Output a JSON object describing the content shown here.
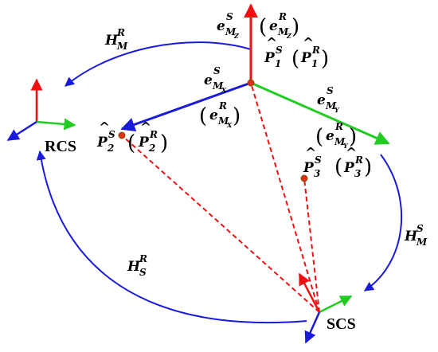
{
  "labels": {
    "rcs": "RCS",
    "scs": "SCS",
    "H_M_R": {
      "base": "H",
      "sub": "M",
      "sup": "R"
    },
    "H_M_S": {
      "base": "H",
      "sub": "M",
      "sup": "S"
    },
    "H_S_R": {
      "base": "H",
      "sub": "S",
      "sup": "R"
    },
    "e_MZ_S": {
      "base": "e",
      "sub": "M",
      "subsub": "Z",
      "sup": "S"
    },
    "e_MZ_R": {
      "base": "e",
      "sub": "M",
      "subsub": "Z",
      "sup": "R"
    },
    "e_MX_S": {
      "base": "e",
      "sub": "M",
      "subsub": "X",
      "sup": "S"
    },
    "e_MX_R": {
      "base": "e",
      "sub": "M",
      "subsub": "X",
      "sup": "R"
    },
    "e_MY_S": {
      "base": "e",
      "sub": "M",
      "subsub": "Y",
      "sup": "S"
    },
    "e_MY_R": {
      "base": "e",
      "sub": "M",
      "subsub": "Y",
      "sup": "R"
    },
    "P1_S": {
      "base": "P",
      "sub": "1",
      "sup": "S"
    },
    "P1_R": {
      "base": "P",
      "sub": "1",
      "sup": "R"
    },
    "P2_S": {
      "base": "P",
      "sub": "2",
      "sup": "S"
    },
    "P2_R": {
      "base": "P",
      "sub": "2",
      "sup": "R"
    },
    "P3_S": {
      "base": "P",
      "sub": "3",
      "sup": "S"
    },
    "P3_R": {
      "base": "P",
      "sub": "3",
      "sup": "R"
    },
    "hat": "^",
    "lparen": "(",
    "rparen": ")"
  },
  "colors": {
    "red": "#ee1111",
    "green": "#22cc22",
    "blue": "#1a1adc",
    "point": "#e0301a",
    "dashed": "#ee1111"
  }
}
